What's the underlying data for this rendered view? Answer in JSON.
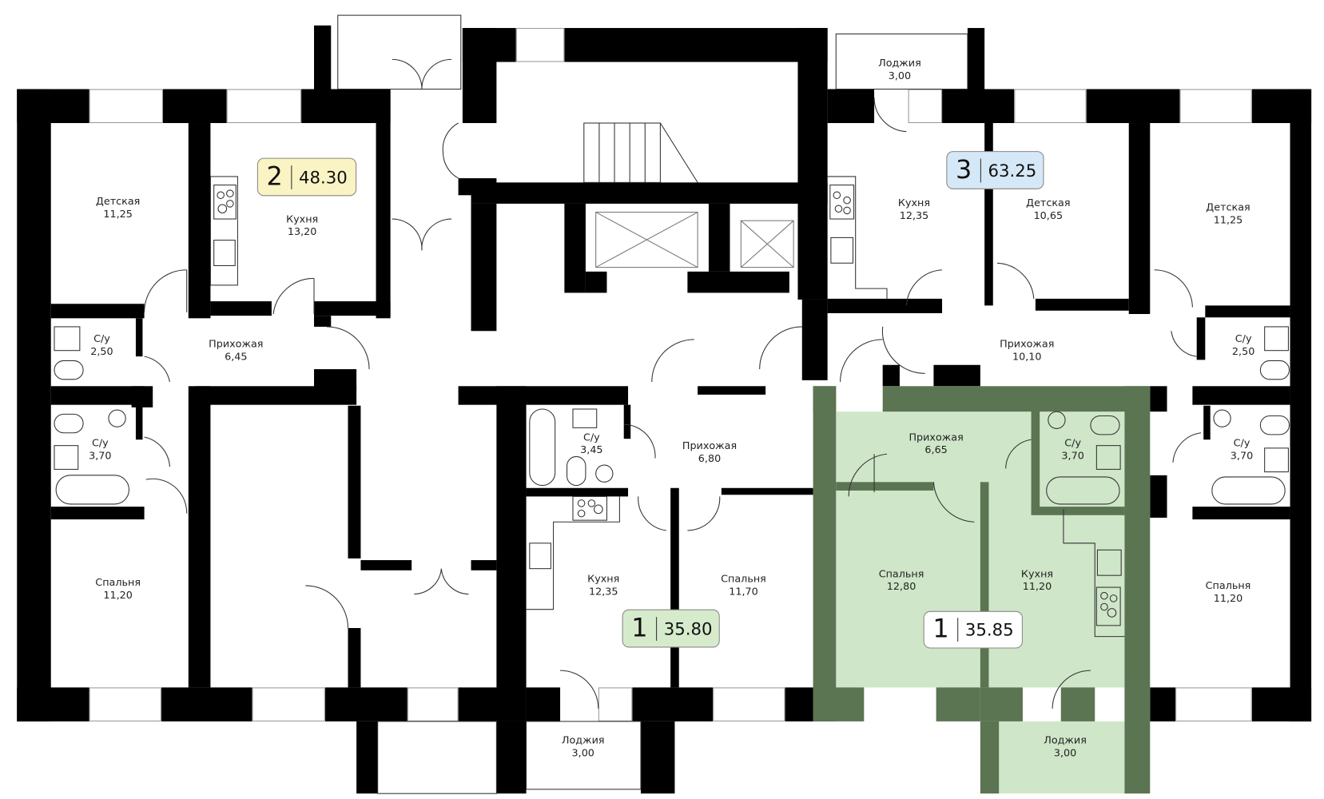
{
  "units": [
    {
      "rooms_count": "2",
      "area": "48.30",
      "color": "#faf3c3"
    },
    {
      "rooms_count": "3",
      "area": "63.25",
      "color": "#d5e8f7"
    },
    {
      "rooms_count": "1",
      "area": "35.80",
      "color": "#d6ebcc"
    },
    {
      "rooms_count": "1",
      "area": "35.85",
      "color": "#ffffff"
    }
  ],
  "highlight": {
    "wall_color": "#5b7452",
    "fill_color": "#cfe6c8"
  },
  "rooms": {
    "u2_child": {
      "name": "Детская",
      "area": "11,25"
    },
    "u2_kitchen": {
      "name": "Кухня",
      "area": "13,20"
    },
    "u2_wc": {
      "name": "С/у",
      "area": "2,50"
    },
    "u2_hall": {
      "name": "Прихожая",
      "area": "6,45"
    },
    "u2_bath": {
      "name": "С/у",
      "area": "3,70"
    },
    "u2_bedroom": {
      "name": "Спальня",
      "area": "11,20"
    },
    "u3_loggia": {
      "name": "Лоджия",
      "area": "3,00"
    },
    "u3_kitchen": {
      "name": "Кухня",
      "area": "12,35"
    },
    "u3_child1": {
      "name": "Детская",
      "area": "10,65"
    },
    "u3_child2": {
      "name": "Детская",
      "area": "11,25"
    },
    "u3_hall": {
      "name": "Прихожая",
      "area": "10,10"
    },
    "u3_wc": {
      "name": "С/у",
      "area": "2,50"
    },
    "u1a_bath": {
      "name": "С/у",
      "area": "3,45"
    },
    "u1a_hall": {
      "name": "Прихожая",
      "area": "6,80"
    },
    "u1a_kitchen": {
      "name": "Кухня",
      "area": "12,35"
    },
    "u1a_bedroom": {
      "name": "Спальня",
      "area": "11,70"
    },
    "u1a_loggia": {
      "name": "Лоджия",
      "area": "3,00"
    },
    "u1b_hall": {
      "name": "Прихожая",
      "area": "6,65"
    },
    "u1b_bath": {
      "name": "С/у",
      "area": "3,70"
    },
    "u1b_bedroom": {
      "name": "Спальня",
      "area": "12,80"
    },
    "u1b_kitchen": {
      "name": "Кухня",
      "area": "11,20"
    },
    "u1b_loggia": {
      "name": "Лоджия",
      "area": "3,00"
    },
    "u3_bath": {
      "name": "С/у",
      "area": "3,70"
    },
    "u3_bedroom": {
      "name": "Спальня",
      "area": "11,20"
    }
  }
}
